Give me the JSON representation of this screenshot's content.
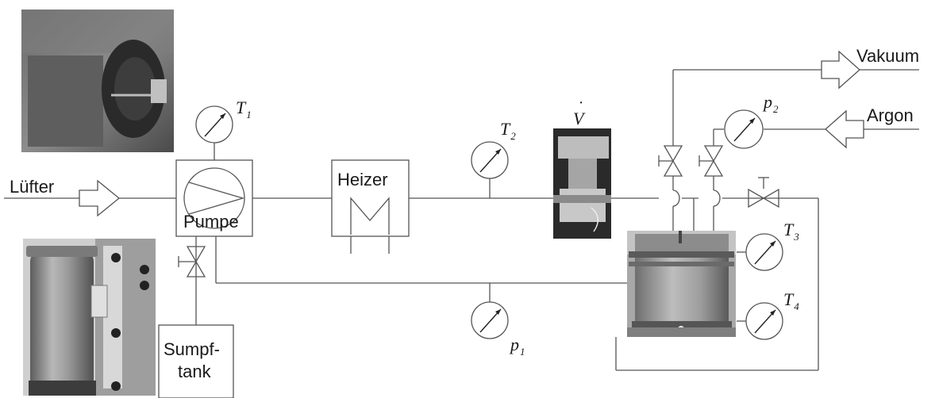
{
  "labels": {
    "fan": "Lüfter",
    "pump": "Pumpe",
    "heater": "Heizer",
    "sump_line1": "Sumpf-",
    "sump_line2": "tank",
    "vacuum": "Vakuum",
    "argon": "Argon"
  },
  "symbols": {
    "t1": {
      "main": "T",
      "sub": "1"
    },
    "t2": {
      "main": "T",
      "sub": "2"
    },
    "t3": {
      "main": "T",
      "sub": "3"
    },
    "t4": {
      "main": "T",
      "sub": "4"
    },
    "p1": {
      "main": "p",
      "sub": "1"
    },
    "p2": {
      "main": "p",
      "sub": "2"
    },
    "flow": {
      "main": "V",
      "dot": "˙"
    }
  },
  "photos": [
    "fan-photo",
    "sump-tank-photo",
    "flowmeter-photo",
    "vessel-photo"
  ],
  "colors": {
    "line": "#555555",
    "text": "#1a1a1a"
  }
}
